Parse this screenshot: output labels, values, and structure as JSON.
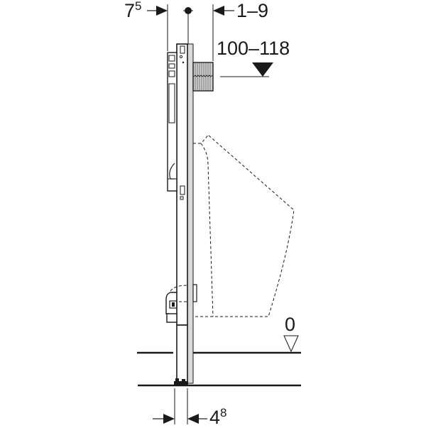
{
  "diagram": {
    "type": "technical installation drawing (side elevation)",
    "subject": "concealed urinal installation frame with dashed urinal outline",
    "dimensions": {
      "left_offset": {
        "base": "7",
        "sup": "5"
      },
      "right_offset": "1–9",
      "height": "100–118",
      "floor_level": "0",
      "foot_width": {
        "base": "4",
        "sup": "8"
      }
    },
    "colors": {
      "line": "#1a1a1a",
      "panel_fill": "#d9d9d9",
      "background": "#ffffff"
    }
  }
}
